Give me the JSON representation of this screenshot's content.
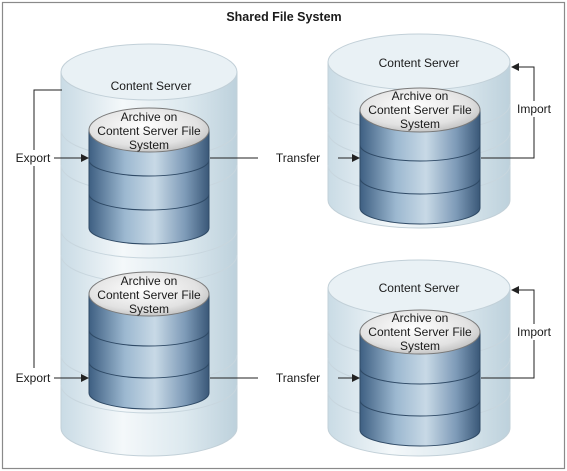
{
  "diagram": {
    "title": "Shared File System",
    "source_server_label": "Content Server",
    "target_servers": [
      {
        "label": "Content Server"
      },
      {
        "label": "Content Server"
      }
    ],
    "archive_label_lines": [
      "Archive on",
      "Content Server File",
      "System"
    ],
    "rows": [
      {
        "left_label": "Export",
        "middle_label": "Transfer",
        "right_label": "Import"
      },
      {
        "left_label": "Export",
        "middle_label": "Transfer",
        "right_label": "Import"
      }
    ],
    "colors": {
      "background": "#ffffff",
      "frame": "#8a8a8a",
      "server_cylinder": "#d6e4ec",
      "archive_top": "#e7e7e7",
      "archive_body": "#6f8fad",
      "line": "#222222"
    }
  }
}
